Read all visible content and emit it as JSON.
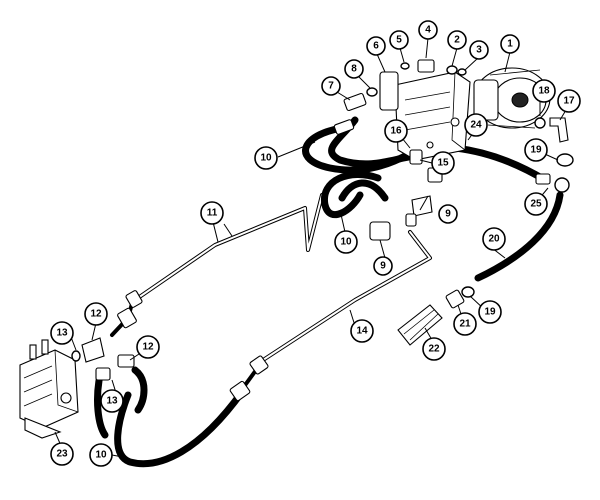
{
  "callouts": [
    {
      "label": "1"
    },
    {
      "label": "2"
    },
    {
      "label": "3"
    },
    {
      "label": "4"
    },
    {
      "label": "5"
    },
    {
      "label": "6"
    },
    {
      "label": "7"
    },
    {
      "label": "8"
    },
    {
      "label": "9"
    },
    {
      "label": "9"
    },
    {
      "label": "10"
    },
    {
      "label": "10"
    },
    {
      "label": "10"
    },
    {
      "label": "11"
    },
    {
      "label": "12"
    },
    {
      "label": "12"
    },
    {
      "label": "13"
    },
    {
      "label": "13"
    },
    {
      "label": "14"
    },
    {
      "label": "15"
    },
    {
      "label": "16"
    },
    {
      "label": "17"
    },
    {
      "label": "18"
    },
    {
      "label": "19"
    },
    {
      "label": "19"
    },
    {
      "label": "20"
    },
    {
      "label": "21"
    },
    {
      "label": "22"
    },
    {
      "label": "23"
    },
    {
      "label": "24"
    },
    {
      "label": "25"
    }
  ]
}
